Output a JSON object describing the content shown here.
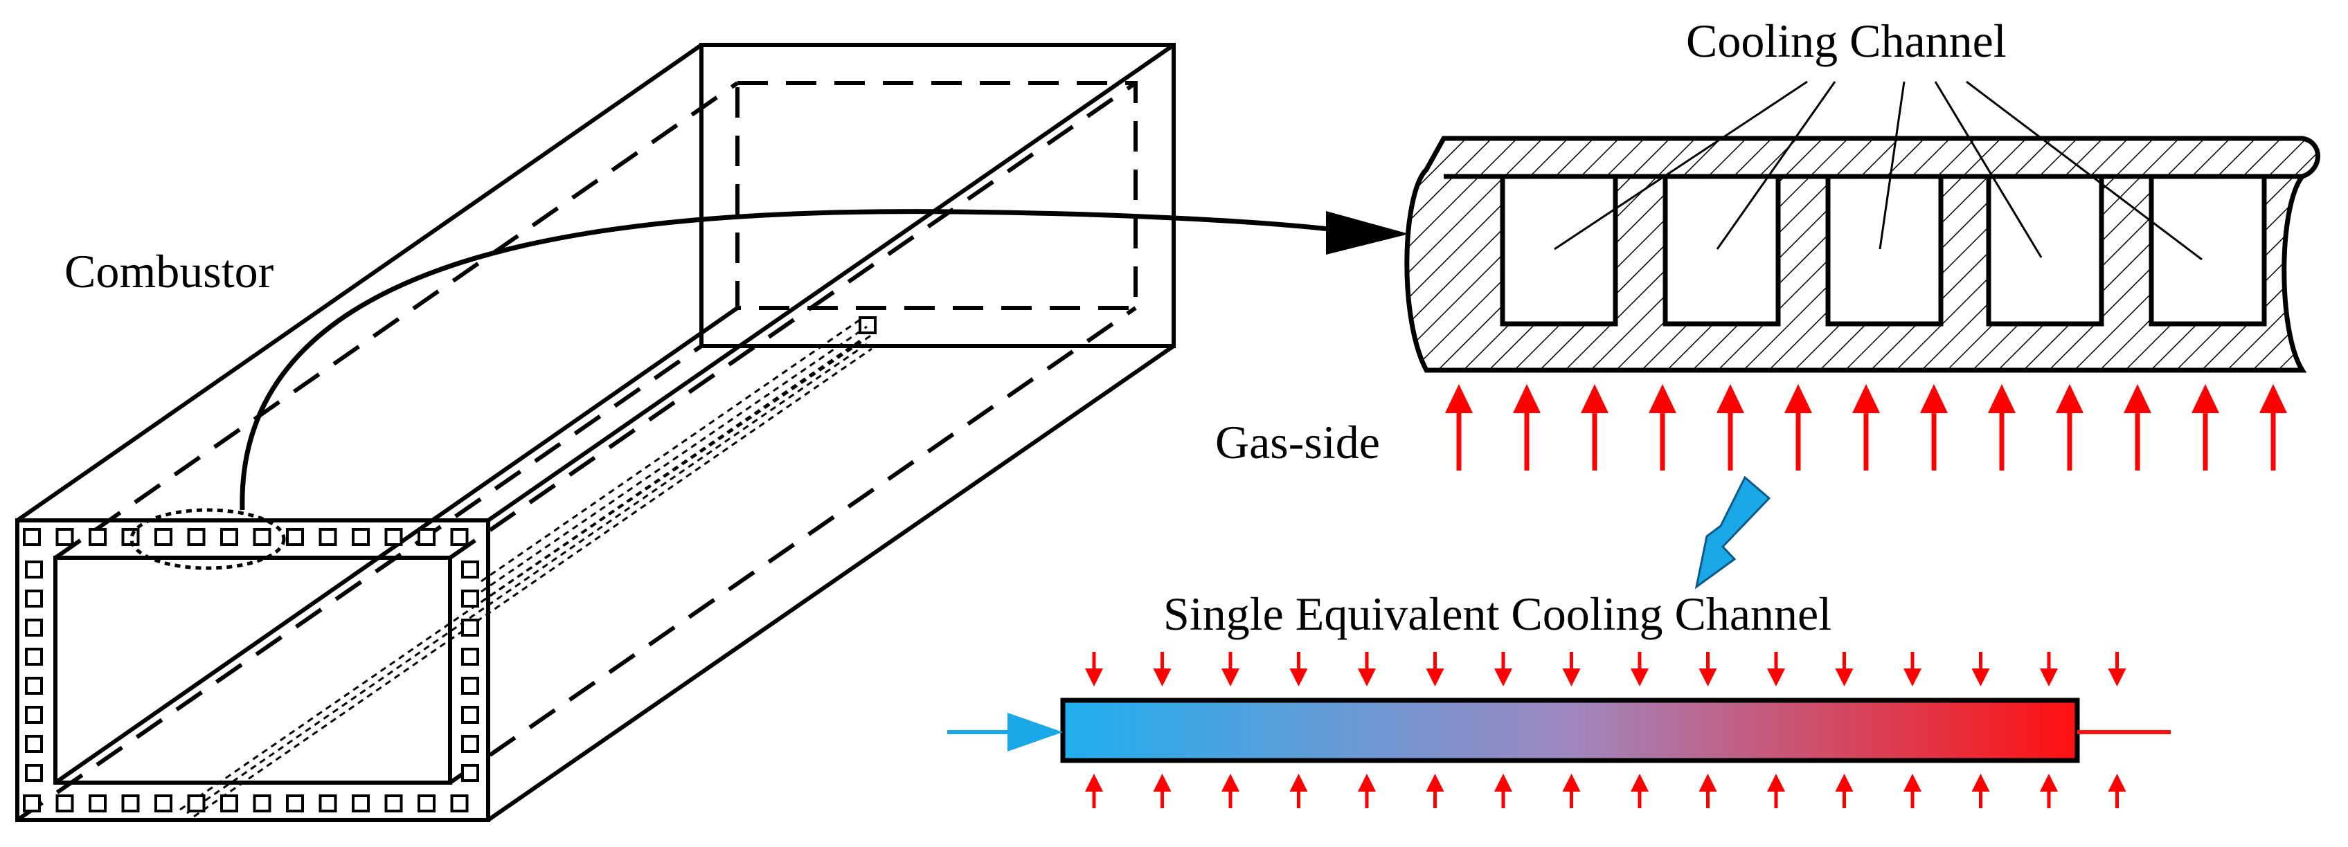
{
  "labels": {
    "combustor": "Combustor",
    "cooling_channel": "Cooling Channel",
    "gas_side": "Gas-side",
    "single_equivalent": "Single Equivalent Cooling Channel"
  },
  "colors": {
    "stroke": "#000000",
    "heat_flux_arrow": "#ff0000",
    "coolant_in": "#1ba8e8",
    "gradient_start": "#20b0f0",
    "gradient_mid": "#a088c0",
    "gradient_end": "#ff1010",
    "transition_arrow": "#1ba8e8"
  }
}
